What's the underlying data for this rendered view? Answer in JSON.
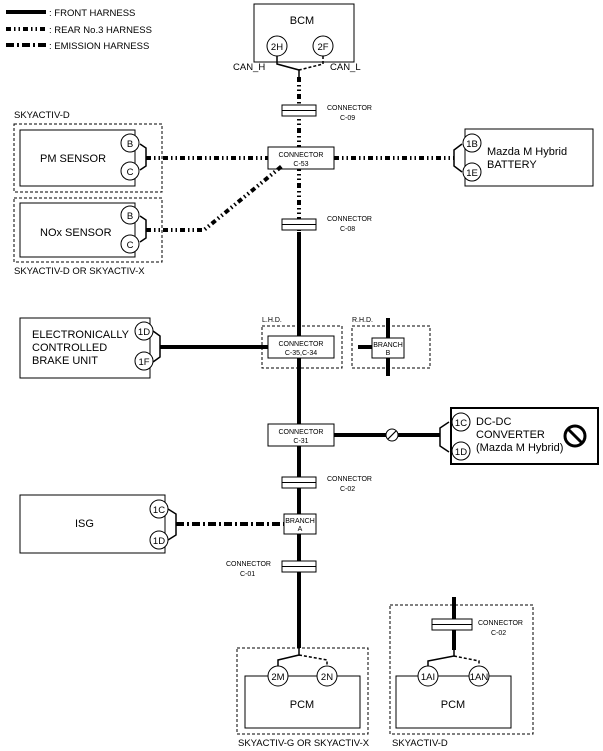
{
  "legend": {
    "front": ": FRONT HARNESS",
    "rear": ": REAR No.3 HARNESS",
    "emission": ": EMISSION HARNESS"
  },
  "bcm": {
    "name": "BCM",
    "pin_left": "2H",
    "pin_right": "2F",
    "can_h": "CAN_H",
    "can_l": "CAN_L"
  },
  "connectors": {
    "c09": {
      "label": "CONNECTOR",
      "id": "C-09"
    },
    "c53": {
      "label": "CONNECTOR",
      "id": "C-53"
    },
    "c08": {
      "label": "CONNECTOR",
      "id": "C-08"
    },
    "c35": {
      "label": "CONNECTOR",
      "id": "C-35,C-34"
    },
    "c31": {
      "label": "CONNECTOR",
      "id": "C-31"
    },
    "c02": {
      "label": "CONNECTOR",
      "id": "C-02"
    },
    "c01": {
      "label": "CONNECTOR",
      "id": "C-01"
    },
    "c02b": {
      "label": "CONNECTOR",
      "id": "C-02"
    }
  },
  "branches": {
    "a": {
      "label": "BRANCH",
      "id": "A"
    },
    "b": {
      "label": "BRANCH",
      "id": "B"
    }
  },
  "groups": {
    "skyactiv_d_top": "SKYACTIV-D",
    "skyactiv_d_or_x": "SKYACTIV-D OR SKYACTIV-X",
    "lhd": "L.H.D.",
    "rhd": "R.H.D.",
    "skyactiv_g_or_x": "SKYACTIV-G OR SKYACTIV-X",
    "skyactiv_d_bottom": "SKYACTIV-D"
  },
  "pm_sensor": {
    "name": "PM SENSOR",
    "pin_top": "B",
    "pin_bottom": "C"
  },
  "nox_sensor": {
    "name": "NOx SENSOR",
    "pin_top": "B",
    "pin_bottom": "C"
  },
  "battery": {
    "line1": "Mazda M Hybrid",
    "line2": "BATTERY",
    "pin_top": "1B",
    "pin_bottom": "1E"
  },
  "brake_unit": {
    "line1": "ELECTRONICALLY",
    "line2": "CONTROLLED",
    "line3": "BRAKE UNIT",
    "pin_top": "1D",
    "pin_bottom": "1F"
  },
  "dcdc": {
    "line1": "DC-DC",
    "line2": "CONVERTER",
    "line3": "(Mazda M Hybrid)",
    "pin_top": "1C",
    "pin_bottom": "1D"
  },
  "isg": {
    "name": "ISG",
    "pin_top": "1C",
    "pin_bottom": "1D"
  },
  "pcm_left": {
    "name": "PCM",
    "pin_left": "2M",
    "pin_right": "2N"
  },
  "pcm_right": {
    "name": "PCM",
    "pin_left": "1AI",
    "pin_right": "1AN"
  }
}
